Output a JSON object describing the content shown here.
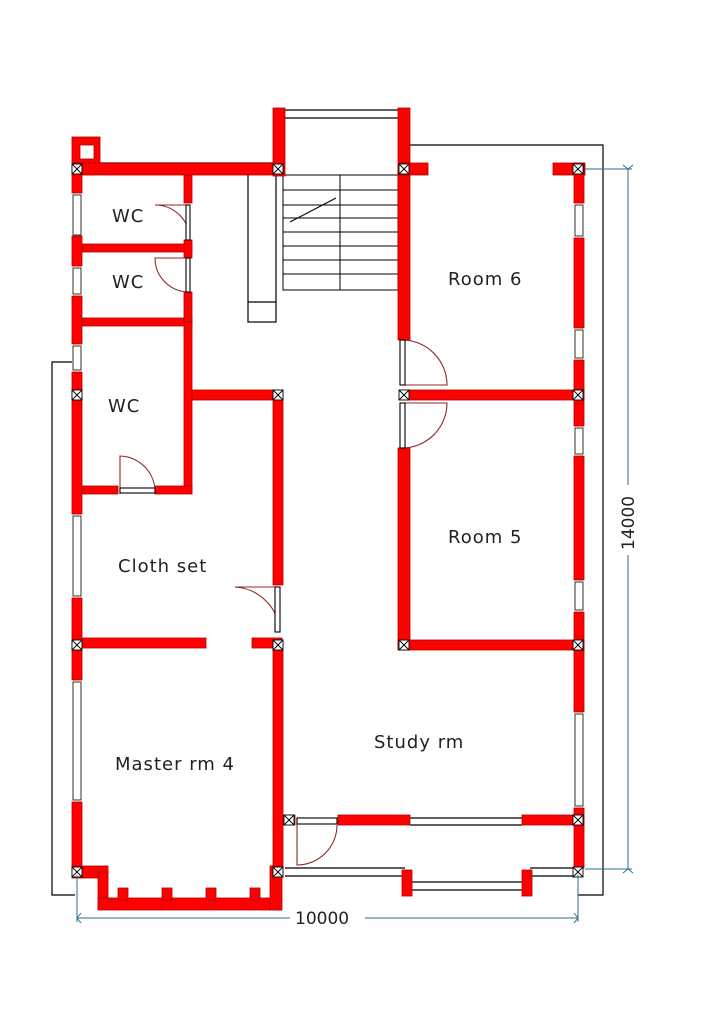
{
  "rooms": {
    "wc_top": "WC",
    "wc_mid": "WC",
    "wc_low": "WC",
    "room6": "Room  6",
    "room5": "Room  5",
    "cloth": "Cloth  set",
    "master": "Master  rm  4",
    "study": "Study  rm"
  },
  "dimensions": {
    "width": "10000",
    "height": "14000"
  },
  "colors": {
    "wall": "#ff0000",
    "outline": "#000000",
    "dim_line": "#2c6e8a",
    "door": "#8b2b2b"
  }
}
